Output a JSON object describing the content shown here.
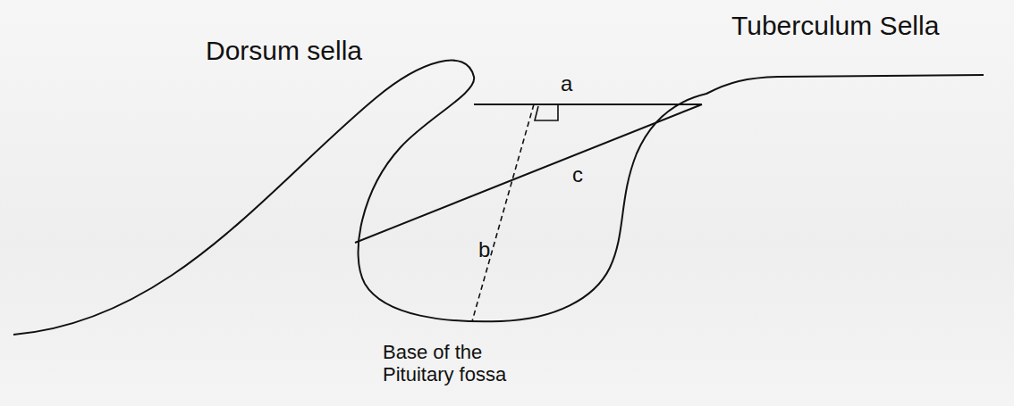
{
  "diagram": {
    "labels": [
      "Dorsum sella",
      "Tuberculum Sella",
      "a",
      "c",
      "b",
      "Base of the Pituitary fossa"
    ]
  }
}
